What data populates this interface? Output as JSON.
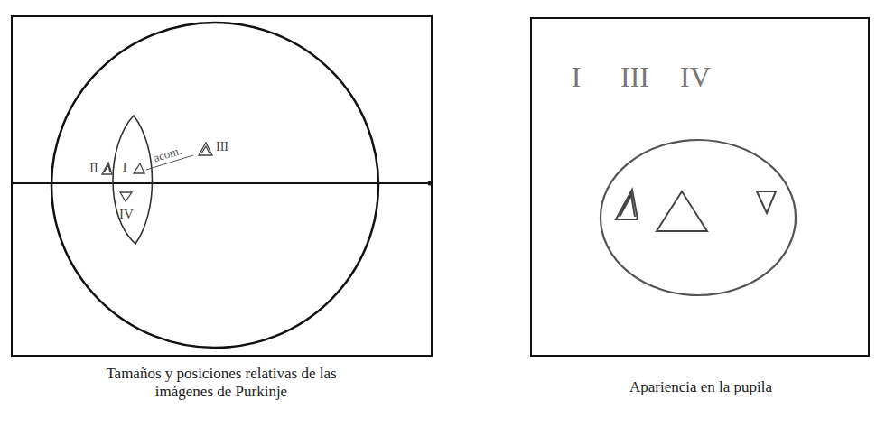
{
  "diagram": {
    "labels": [
      "II",
      "I",
      "acom.",
      "III",
      "IV",
      "I",
      "III",
      "IV",
      "Tamaños y posiciones relativas de las imágenes de Purkinje",
      "Apariencia en la pupila"
    ]
  }
}
